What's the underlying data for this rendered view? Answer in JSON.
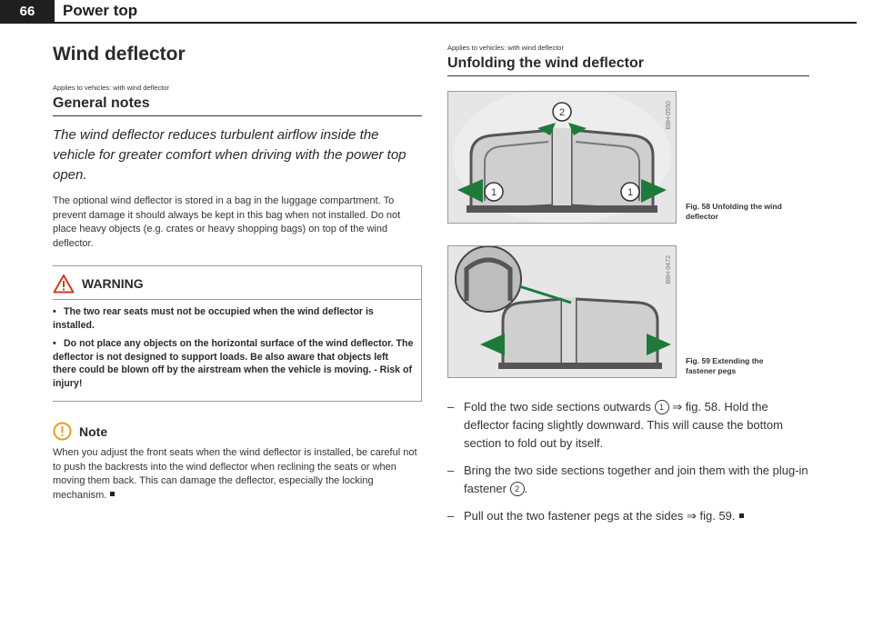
{
  "header": {
    "page_number": "66",
    "section_title": "Power top"
  },
  "left": {
    "title": "Wind deflector",
    "applies": "Applies to vehicles: with wind deflector",
    "subtitle": "General notes",
    "intro": "The wind deflector reduces turbulent airflow inside the vehicle for greater comfort when driving with the power top open.",
    "body": "The optional wind deflector is stored in a bag in the luggage compartment. To prevent damage it should always be kept in this bag when not installed. Do not place heavy objects (e.g. crates or heavy shopping bags) on top of the wind deflector.",
    "warning": {
      "title": "WARNING",
      "bullets": [
        "The two rear seats must not be occupied when the wind deflector is installed.",
        "Do not place any objects on the horizontal surface of the wind deflector. The deflector is not designed to support loads. Be also aware that objects left there could be blown off by the airstream when the vehicle is moving. - Risk of injury!"
      ]
    },
    "note": {
      "title": "Note",
      "text": "When you adjust the front seats when the wind deflector is installed, be careful not to push the backrests into the wind deflector when reclining the seats or when moving them back. This can damage the deflector, especially the locking mechanism."
    }
  },
  "right": {
    "applies": "Applies to vehicles: with wind deflector",
    "subtitle": "Unfolding the wind deflector",
    "fig58": {
      "code": "B8H-0550",
      "caption": "Fig. 58 Unfolding the wind deflector",
      "callouts": [
        "2",
        "1",
        "1"
      ]
    },
    "fig59": {
      "code": "B8H-0472",
      "caption": "Fig. 59 Extending the fastener pegs"
    },
    "steps": [
      {
        "dash": "–",
        "before": "Fold the two side sections outwards",
        "circle": "1",
        "after": "⇒ fig. 58. Hold the deflector facing slightly downward. This will cause the bottom section to fold out by itself."
      },
      {
        "dash": "–",
        "before": "Bring the two side sections together and join them with the plug-in fastener",
        "circle": "2",
        "after": "."
      },
      {
        "dash": "–",
        "before": "Pull out the two fastener pegs at the sides ⇒ fig. 59.",
        "circle": "",
        "after": ""
      }
    ]
  }
}
